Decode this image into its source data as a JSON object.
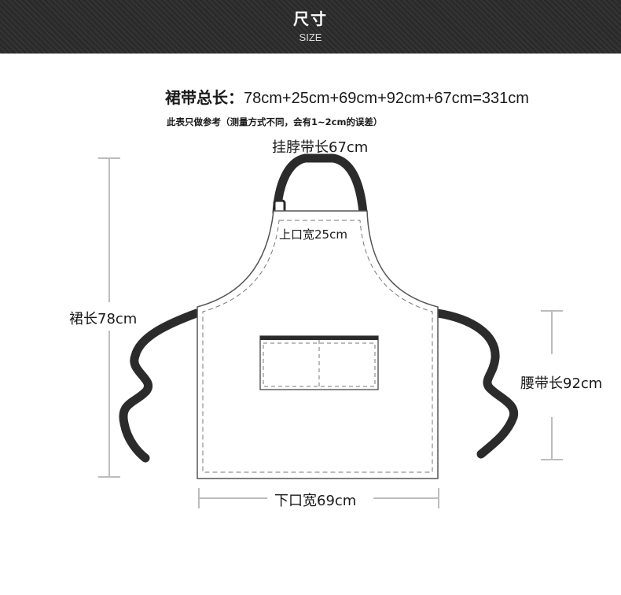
{
  "header": {
    "title": "尺寸",
    "subtitle": "SIZE"
  },
  "total": {
    "label": "裙带总长：",
    "value": "78cm+25cm+69cm+92cm+67cm=331cm"
  },
  "note": "此表只做参考（测量方式不同，会有1~2cm的误差）",
  "dimensions": {
    "neck_strap": "挂脖带长67cm",
    "top_width": "上口宽25cm",
    "apron_length": "裙长78cm",
    "waist_strap": "腰带长92cm",
    "bottom_width": "下口宽69cm"
  },
  "colors": {
    "header_bg": "#2e2e2e",
    "strap": "#2b2b2b",
    "dim_line": "#bdbdbd",
    "outline": "#555555"
  }
}
